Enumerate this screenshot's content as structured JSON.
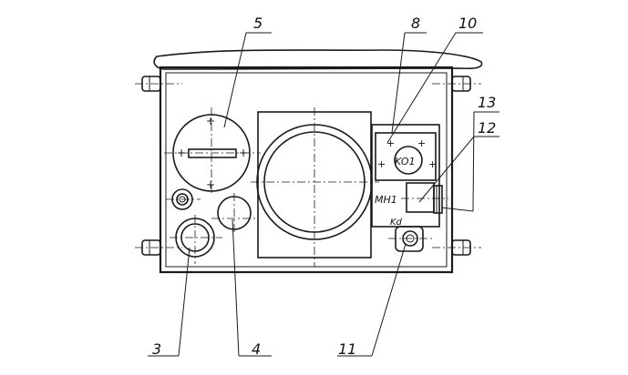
{
  "callouts": {
    "c3": "3",
    "c4": "4",
    "c5": "5",
    "c8": "8",
    "c10": "10",
    "c11": "11",
    "c12": "12",
    "c13": "13"
  },
  "component_labels": {
    "ko1": "KO1",
    "mn1": "MH1",
    "kd": "Kd"
  }
}
